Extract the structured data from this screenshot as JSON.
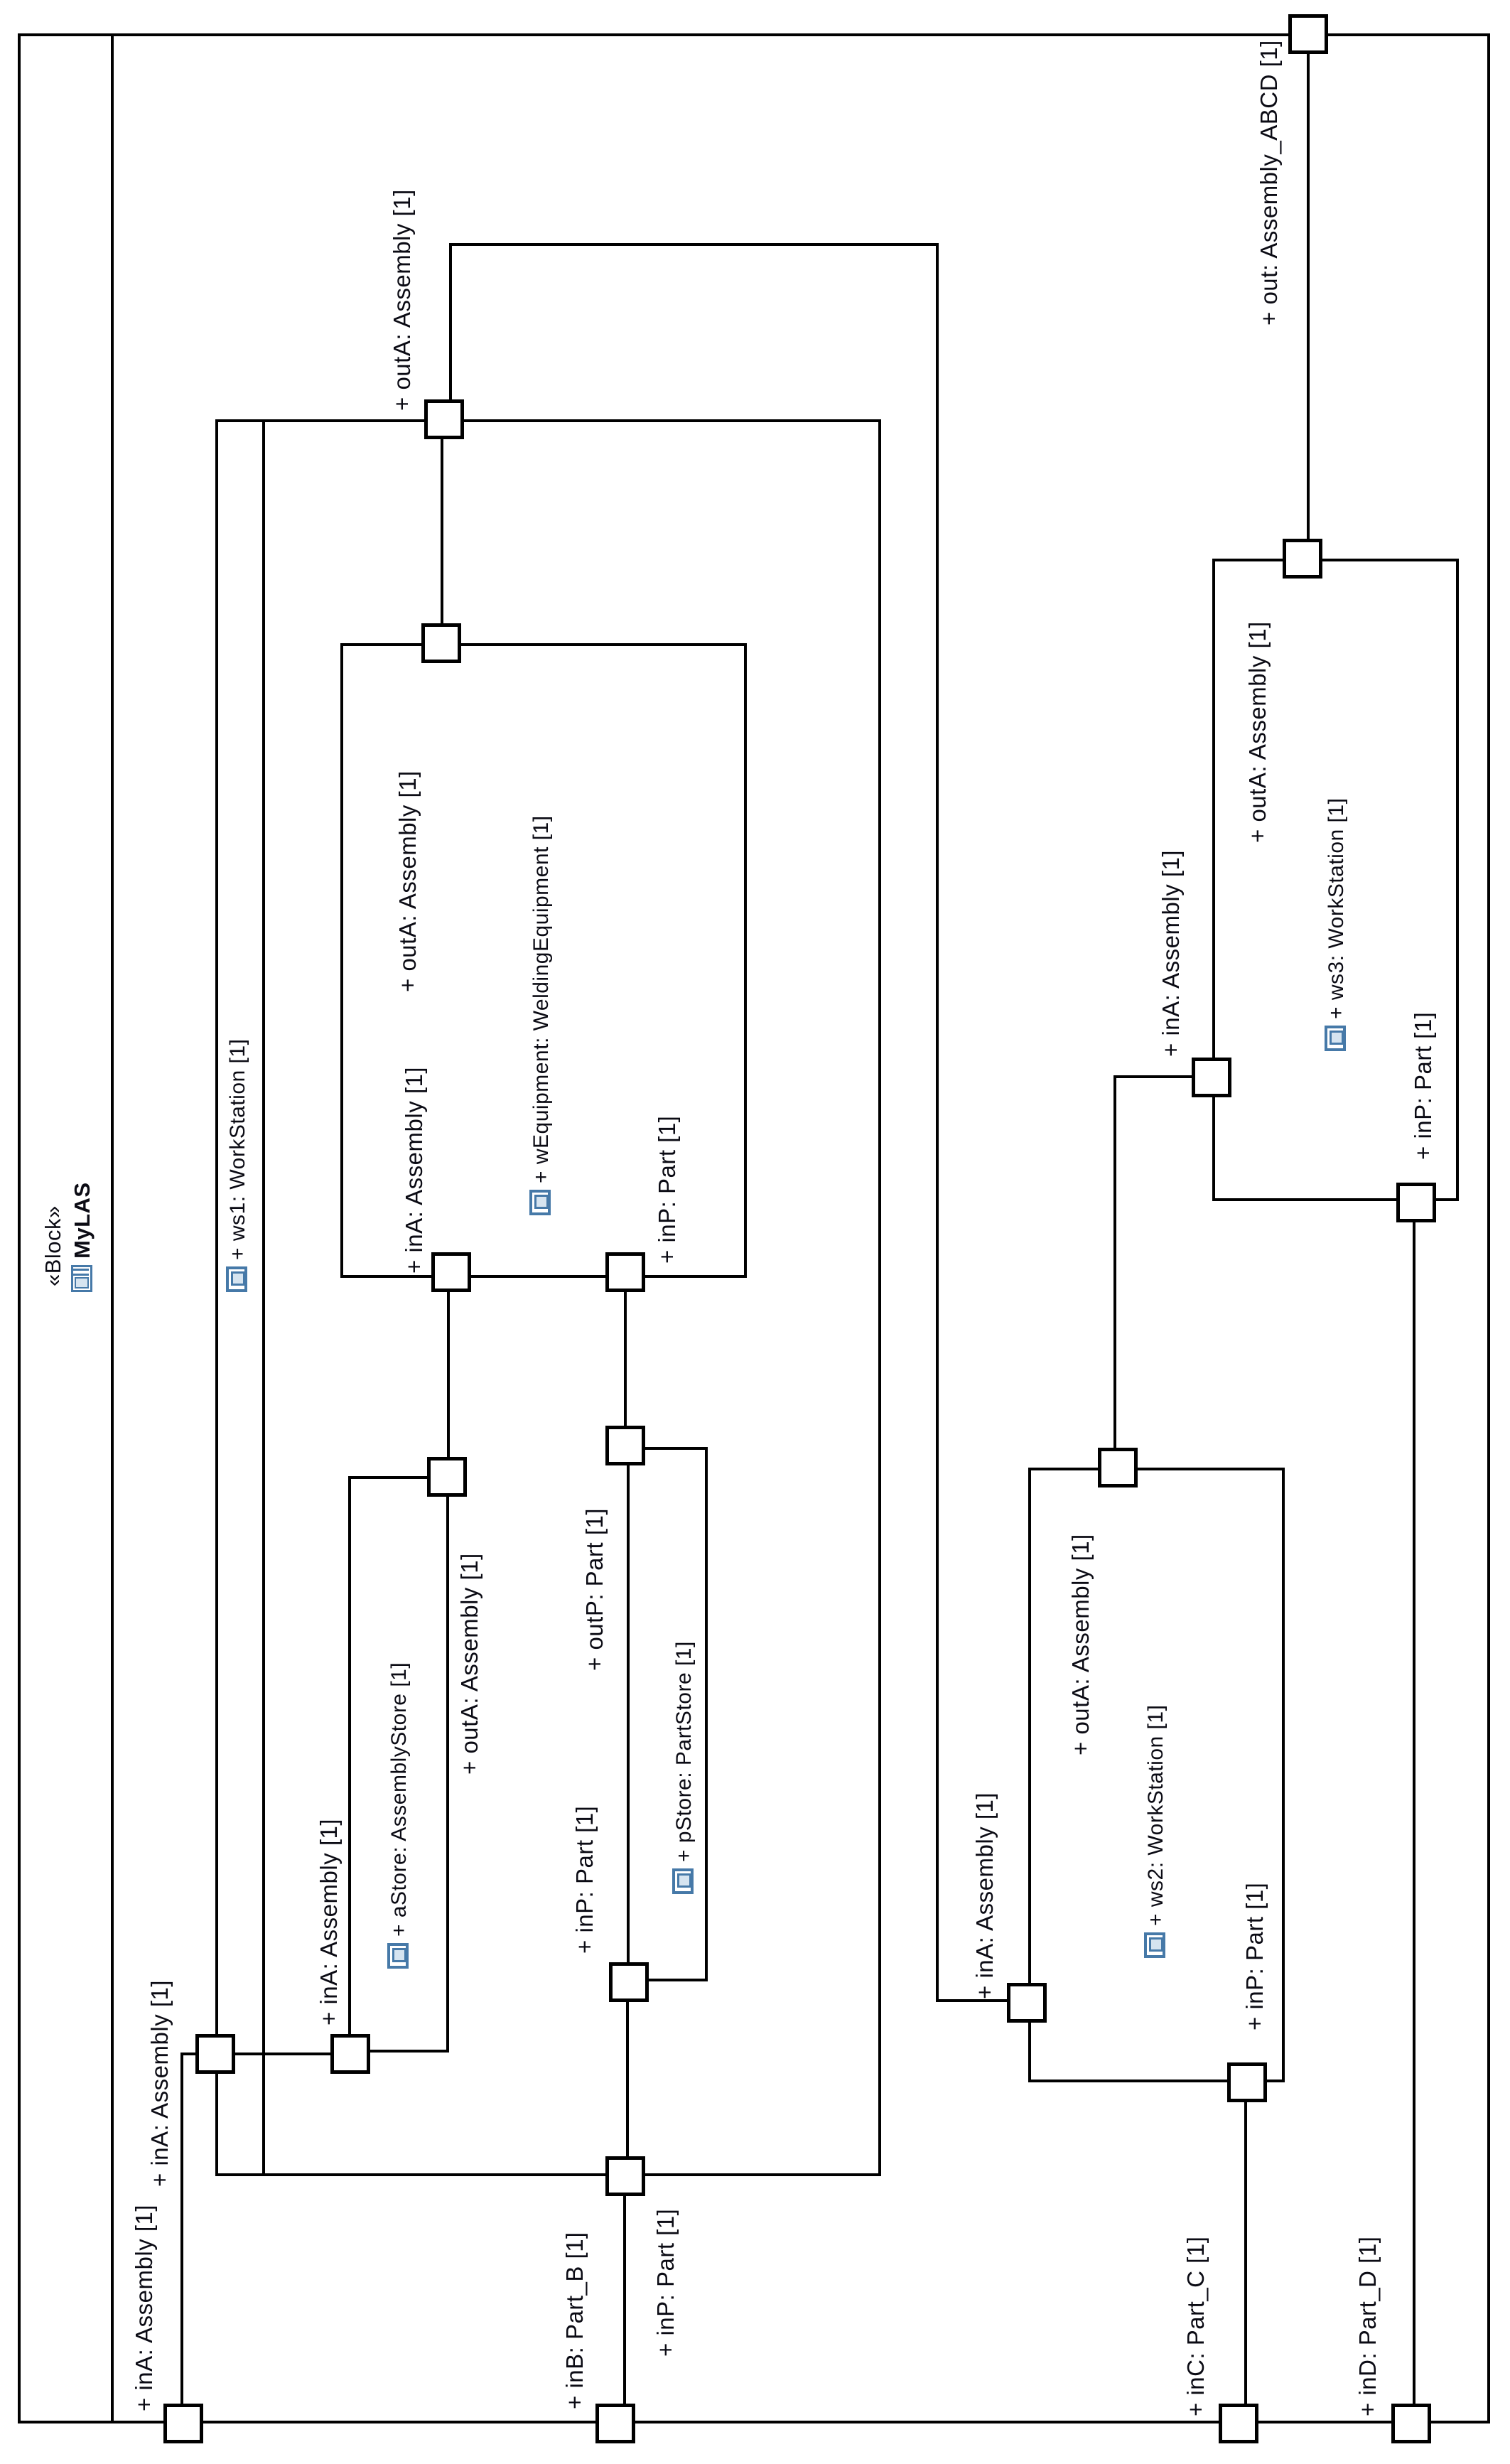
{
  "diagram": {
    "stereotype": "«Block»",
    "name": "MyLAS"
  },
  "parts": {
    "ws1": "+ ws1: WorkStation [1]",
    "wEquipment": "+ wEquipment: WeldingEquipment [1]",
    "aStore": "+ aStore: AssemblyStore [1]",
    "pStore": "+ pStore: PartStore [1]",
    "ws2": "+ ws2: WorkStation [1]",
    "ws3": "+ ws3: WorkStation [1]"
  },
  "port_labels": {
    "frame_inA": "+ inA: Assembly [1]",
    "frame_inP": "+ inP: Part [1]",
    "frame_inC": "+ inC: Part_C [1]",
    "frame_inD": "+ inD: Part_D [1]",
    "frame_out": "+ out: Assembly_ABCD [1]",
    "ws1_inA": "+ inA: Assembly [1]",
    "ws1_inB": "+ inB: Part_B [1]",
    "ws1_outA": "+ outA: Assembly [1]",
    "weq_inA": "+ inA: Assembly [1]",
    "weq_inP": "+ inP: Part [1]",
    "weq_outA": "+ outA: Assembly [1]",
    "astore_inA": "+ inA: Assembly [1]",
    "astore_outA": "+ outA: Assembly [1]",
    "pstore_inP": "+ inP: Part [1]",
    "pstore_outP": "+ outP: Part [1]",
    "ws2_inA": "+ inA: Assembly [1]",
    "ws2_inP": "+ inP: Part [1]",
    "ws2_outA": "+ outA: Assembly [1]",
    "ws3_inA": "+ inA: Assembly [1]",
    "ws3_inP": "+ inP: Part [1]",
    "ws3_outA": "+ outA: Assembly [1]"
  },
  "colors": {
    "line": "#000000",
    "text": "#0b0b14",
    "icon_blue": "#4679a8",
    "icon_fill": "#d6e4f0",
    "background": "#ffffff"
  }
}
